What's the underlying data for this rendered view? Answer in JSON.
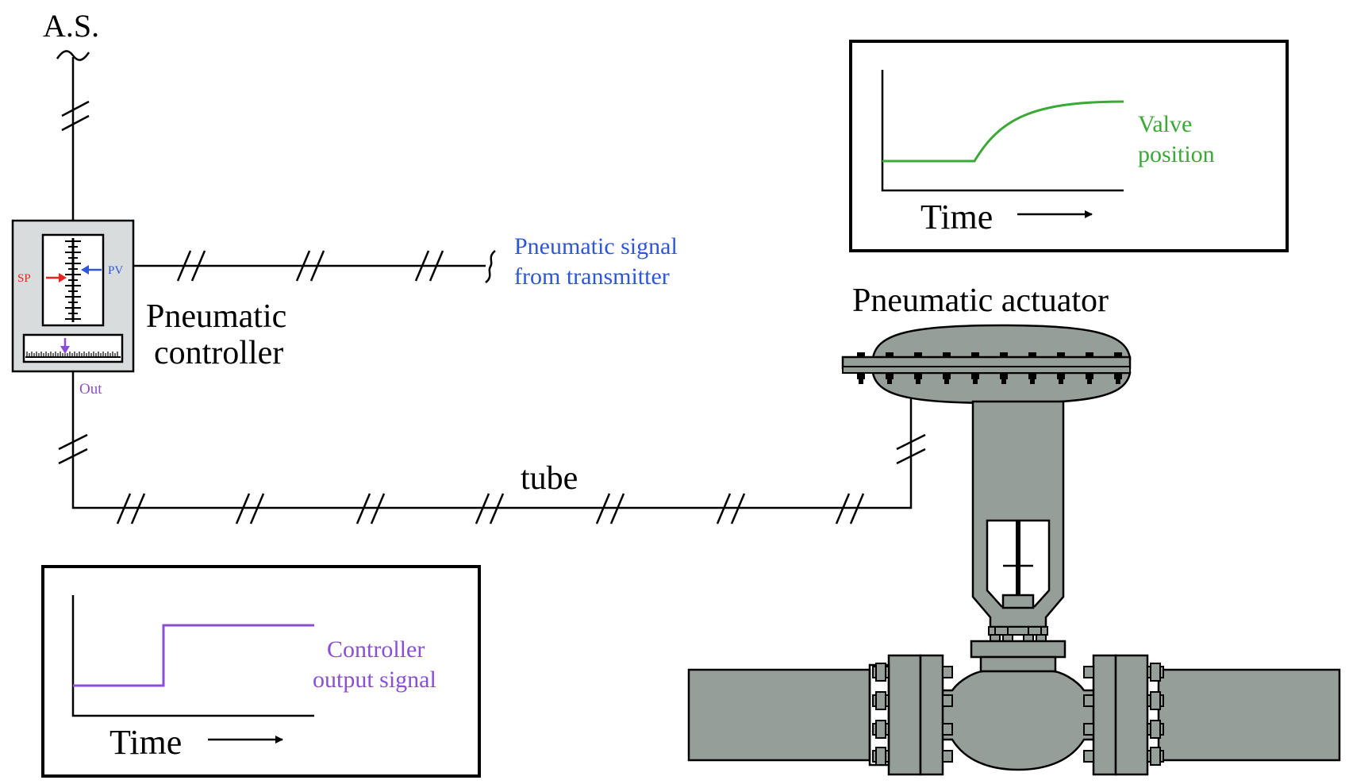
{
  "labels": {
    "air_supply": "A.S.",
    "controller_line1": "Pneumatic",
    "controller_line2": "controller",
    "sp": "SP",
    "pv": "PV",
    "out": "Out",
    "signal_line1": "Pneumatic signal",
    "signal_line2": "from transmitter",
    "tube": "tube",
    "actuator": "Pneumatic actuator"
  },
  "valve_graph": {
    "series_line1": "Valve",
    "series_line2": "position",
    "time_label": "Time"
  },
  "output_graph": {
    "series_line1": "Controller",
    "series_line2": "output signal",
    "time_label": "Time"
  },
  "colors": {
    "sp": "#e8231f",
    "pv": "#2f56d8",
    "out": "#8a4fd6",
    "signal_text": "#2f56d8",
    "valve_curve": "#3aa935",
    "output_curve": "#8a4fd6",
    "valve_body": "#969e99",
    "controller_face": "#d9dcdc"
  },
  "icons": {
    "air_supply_break": "wavy-break-icon",
    "signal_break": "wavy-break-icon",
    "time_arrow": "arrow-right-icon"
  }
}
